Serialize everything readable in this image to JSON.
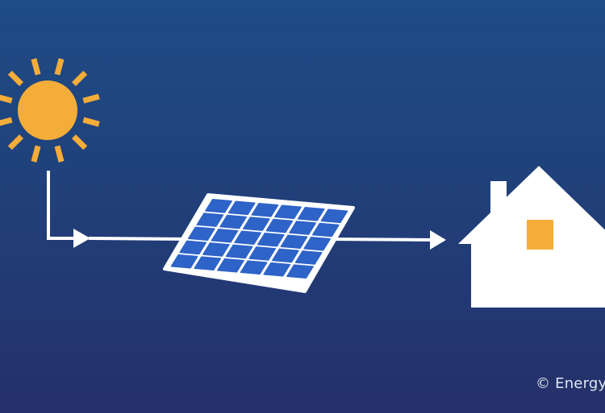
{
  "diagram": {
    "nodes": [
      {
        "id": "sun",
        "icon": "sun-icon"
      },
      {
        "id": "solar-panel",
        "icon": "solar-panel-icon"
      },
      {
        "id": "house",
        "icon": "house-icon"
      }
    ],
    "edges": [
      {
        "from": "sun",
        "to": "solar-panel"
      },
      {
        "from": "solar-panel",
        "to": "house"
      }
    ]
  },
  "copyright": "© Energy",
  "colors": {
    "background_top": "#1e4c85",
    "background_bottom": "#25306a",
    "sun": "#f5ad3a",
    "panel_cell": "#2e63c7",
    "panel_frame": "#ffffff",
    "house": "#ffffff",
    "house_window": "#f5ad3a",
    "arrows": "#ffffff"
  }
}
